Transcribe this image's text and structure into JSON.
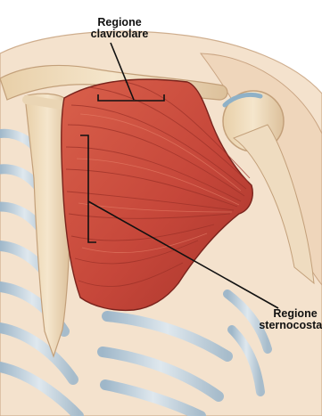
{
  "labels": {
    "clavicular": {
      "line1": "Regione",
      "line2": "clavicolare"
    },
    "sternocostal": {
      "line1": "Regione",
      "line2": "sternocostale"
    }
  },
  "colors": {
    "background": "#ffffff",
    "skin": "#f2ddc6",
    "bone": "#f0dcbf",
    "bone_shadow": "#d4b48a",
    "cartilage": "#b9cbd8",
    "muscle": "#c94a3a",
    "muscle_dark": "#8f2a22",
    "muscle_light": "#e07a63",
    "leader_line": "#111111"
  }
}
